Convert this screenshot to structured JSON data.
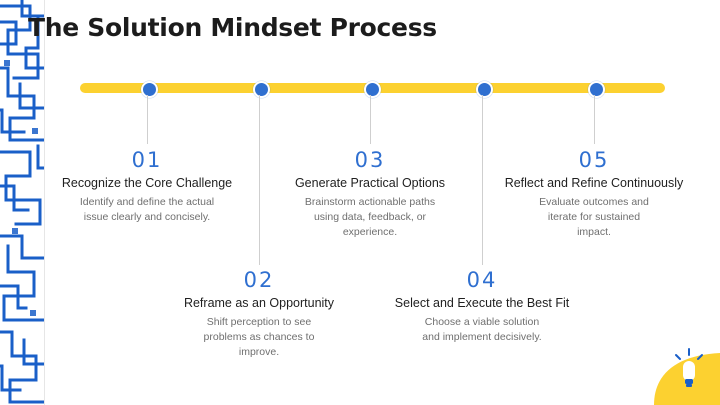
{
  "slide": {
    "title": "The Solution Mindset Process",
    "colors": {
      "accent_blue": "#2f6fd0",
      "timeline_yellow": "#fcd130",
      "title_text": "#1c1c1c",
      "body_text": "#6f6f6f",
      "maze_blue": "#1a5fc8"
    },
    "decorations": {
      "left_maze": "maze-pattern-graphic",
      "bottom_right": "lightbulb-graphic"
    }
  },
  "steps": [
    {
      "number": "01",
      "title": "Recognize the Core Challenge",
      "desc": "Identify and define the actual issue clearly and concisely.",
      "position": "above"
    },
    {
      "number": "02",
      "title": "Reframe as an Opportunity",
      "desc": "Shift perception to see problems as chances to improve.",
      "position": "below"
    },
    {
      "number": "03",
      "title": "Generate Practical Options",
      "desc": "Brainstorm actionable paths using data, feedback, or experience.",
      "position": "above"
    },
    {
      "number": "04",
      "title": "Select and Execute the Best Fit",
      "desc": "Choose a viable solution and implement decisively.",
      "position": "below"
    },
    {
      "number": "05",
      "title": "Reflect and Refine Continuously",
      "desc": "Evaluate outcomes and iterate for sustained impact.",
      "position": "above"
    }
  ]
}
